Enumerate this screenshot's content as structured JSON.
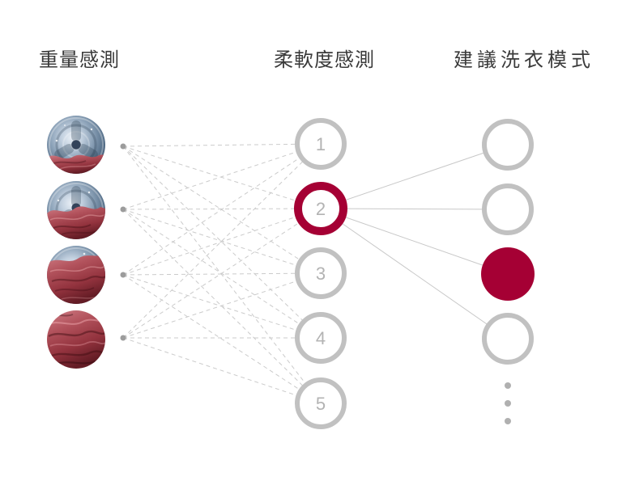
{
  "diagram": {
    "title_left": "重量感測",
    "title_middle": "柔軟度感測",
    "title_right": "建議洗衣模式",
    "left_nodes": [
      {
        "icon": "washer-drum-light-load-photo-icon"
      },
      {
        "icon": "washer-drum-half-load-photo-icon"
      },
      {
        "icon": "washer-drum-heavy-load-photo-icon"
      },
      {
        "icon": "fabric-closeup-photo-icon"
      }
    ],
    "middle_nodes": [
      {
        "label": "1",
        "selected": false
      },
      {
        "label": "2",
        "selected": true
      },
      {
        "label": "3",
        "selected": false
      },
      {
        "label": "4",
        "selected": false
      },
      {
        "label": "5",
        "selected": false
      }
    ],
    "right_nodes": [
      {
        "selected": false
      },
      {
        "selected": false
      },
      {
        "selected": true
      },
      {
        "selected": false
      }
    ],
    "ellipsis_dot_count": 3,
    "colors": {
      "accent": "#A50034",
      "ring_gray": "#C1C1C1",
      "dashed_line": "#CBCBCB",
      "solid_line": "#C8C8C8",
      "dot_gray": "#9C9C9C",
      "ellipsis_gray": "#B0B0B0",
      "number_gray": "#B3B3B3",
      "title_text": "#3A3A3A"
    }
  }
}
